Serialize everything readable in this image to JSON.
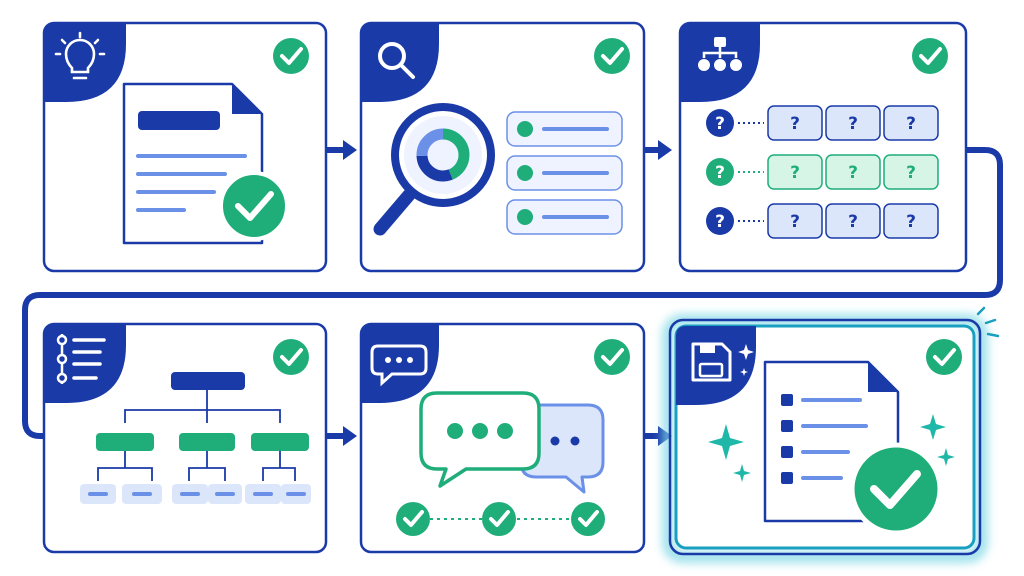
{
  "diagram": {
    "colors": {
      "navy": "#1a3aa8",
      "blue_light": "#dce6fb",
      "blue_mid": "#6b90e8",
      "green": "#1fae7a",
      "green_light": "#d6f5e7",
      "teal": "#1fb8a8",
      "frame_glow": "#19a0c0"
    },
    "steps": [
      {
        "id": "idea-document",
        "icon": "lightbulb-icon",
        "status": "check-icon"
      },
      {
        "id": "search-analyze",
        "icon": "magnifier-icon",
        "status": "check-icon"
      },
      {
        "id": "questions-matrix",
        "icon": "hierarchy-icon",
        "status": "check-icon"
      },
      {
        "id": "structure-tree",
        "icon": "list-settings-icon",
        "status": "check-icon"
      },
      {
        "id": "discussion",
        "icon": "chat-bubble-icon",
        "status": "check-icon"
      },
      {
        "id": "save-final",
        "icon": "save-sparkle-icon",
        "status": "check-icon",
        "highlighted": true
      }
    ],
    "question_grid": {
      "rows": 3,
      "cols": 3,
      "mark": "?"
    }
  }
}
